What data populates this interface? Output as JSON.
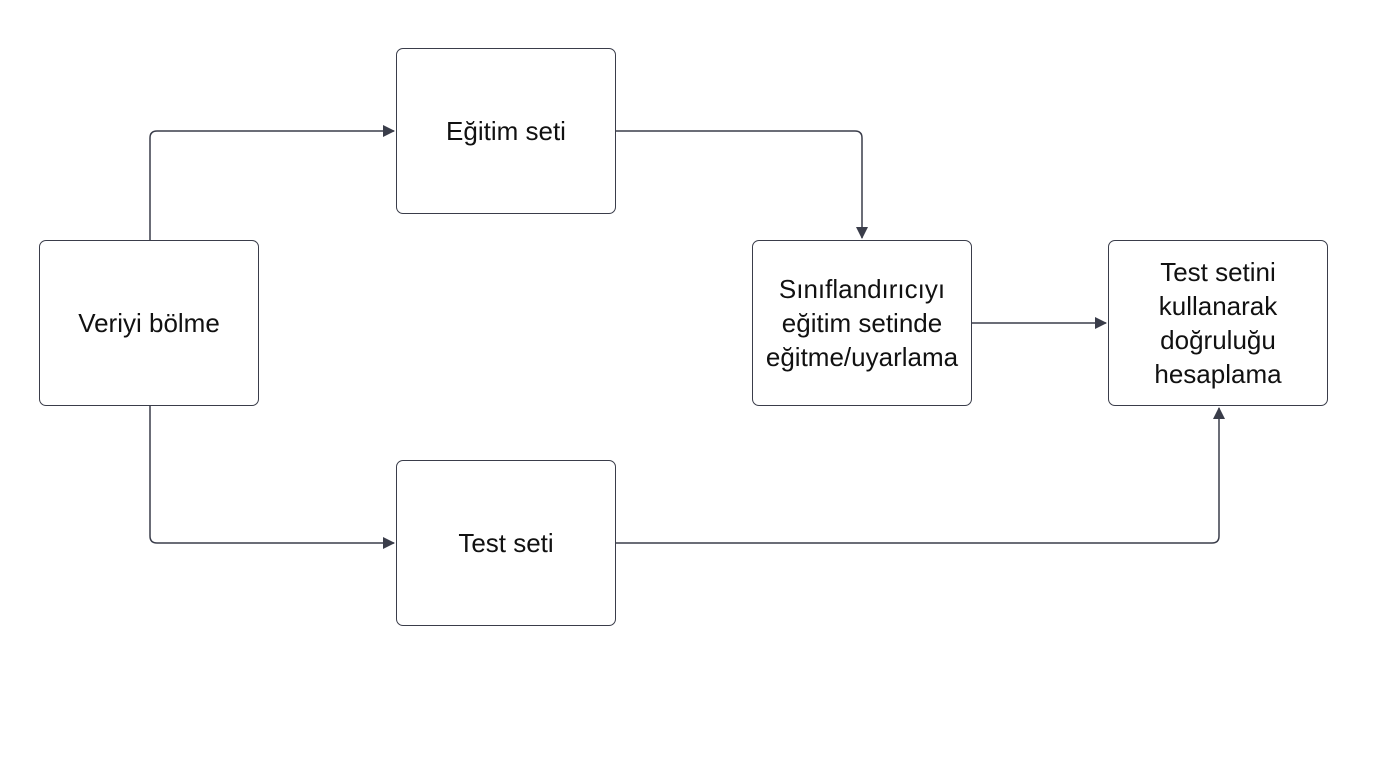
{
  "colors": {
    "stroke": "#3a3d4a",
    "background": "#ffffff",
    "text": "#111111"
  },
  "nodes": {
    "split": {
      "label": "Veriyi bölme"
    },
    "train": {
      "label": "Eğitim seti"
    },
    "test": {
      "label": "Test seti"
    },
    "fit": {
      "label": "Sınıflandırıcıyı eğitim setinde eğitme/uyarlama"
    },
    "acc": {
      "label": "Test setini kullanarak doğruluğu hesaplama"
    }
  },
  "edges": [
    {
      "from": "split",
      "to": "train"
    },
    {
      "from": "split",
      "to": "test"
    },
    {
      "from": "train",
      "to": "fit"
    },
    {
      "from": "fit",
      "to": "acc"
    },
    {
      "from": "test",
      "to": "acc"
    }
  ]
}
